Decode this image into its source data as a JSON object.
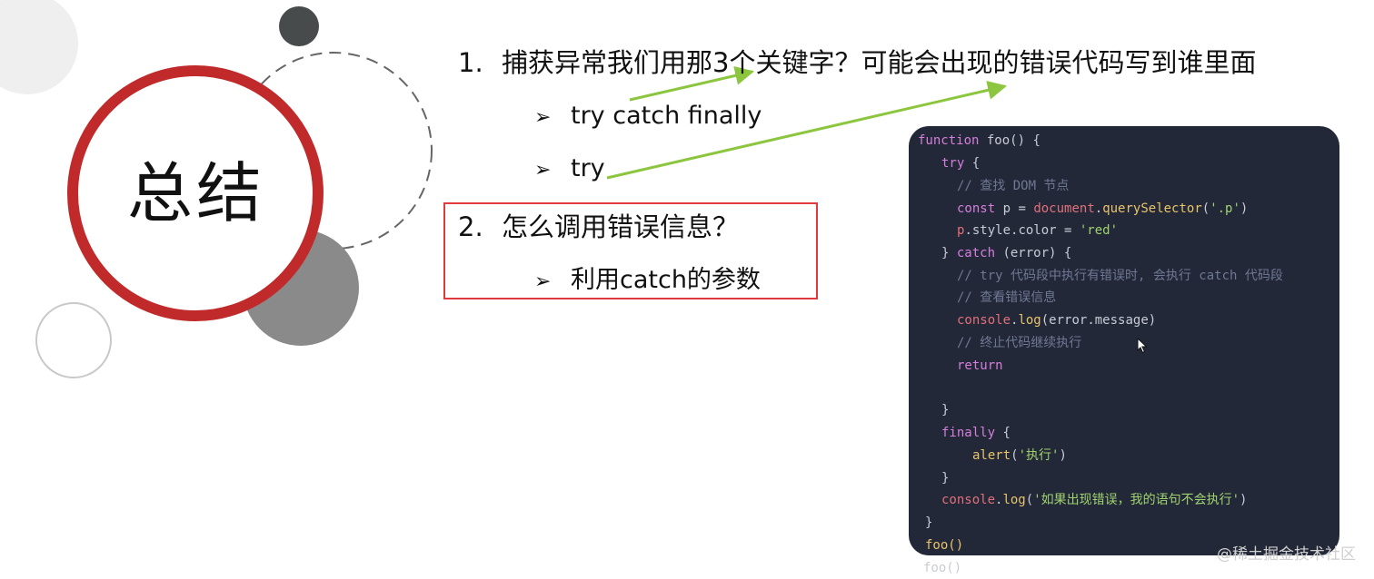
{
  "slide": {
    "title": "总结",
    "question1": {
      "number": "1.",
      "text": "捕获异常我们用那3个关键字？可能会出现的错误代码写到谁里面"
    },
    "bullets1": [
      "try catch  finally",
      "try"
    ],
    "question2": {
      "number": "2.",
      "text": "怎么调用错误信息？"
    },
    "bullets2": [
      "利用catch的参数"
    ],
    "bullet_marker": "➢",
    "watermark": "@稀土掘金技术社区"
  },
  "code": {
    "l1_a": "function",
    "l1_b": " foo() {",
    "l2_a": "try",
    "l2_b": " {",
    "l3": "// 查找 DOM 节点",
    "l4_a": "const",
    "l4_b": " p = ",
    "l4_c": "document",
    "l4_d": ".",
    "l4_e": "querySelector",
    "l4_f": "(",
    "l4_g": "'.p'",
    "l4_h": ")",
    "l5_a": "p",
    "l5_b": ".style.color = ",
    "l5_c": "'red'",
    "l6_a": "} ",
    "l6_b": "catch",
    "l6_c": " (error) {",
    "l7": "// try 代码段中执行有错误时, 会执行 catch 代码段",
    "l8": "// 查看错误信息",
    "l9_a": "console",
    "l9_b": ".",
    "l9_c": "log",
    "l9_d": "(error.message)",
    "l10": "// 终止代码继续执行",
    "l11": "return",
    "l12": "}",
    "l13_a": "finally",
    "l13_b": " {",
    "l14_a": "alert",
    "l14_b": "(",
    "l14_c": "'执行'",
    "l14_d": ")",
    "l15": "}",
    "l16_a": "console",
    "l16_b": ".",
    "l16_c": "log",
    "l16_d": "(",
    "l16_e": "'如果出现错误，我的语句不会执行'",
    "l16_f": ")",
    "l17": "}",
    "l18": "foo()",
    "mirror": "foo()"
  },
  "colors": {
    "ring_red": "#c02a2a",
    "arrow_green": "#8cc63f",
    "box_red": "#e0393e",
    "code_bg": "#232838"
  }
}
